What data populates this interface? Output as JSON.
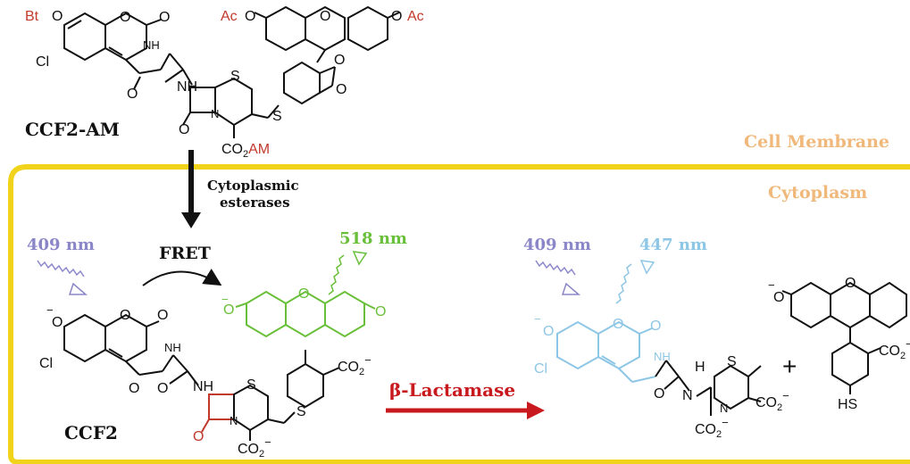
{
  "labels": {
    "ccf2am": "CCF2-AM",
    "ccf2": "CCF2",
    "cell_membrane": "Cell Membrane",
    "cytoplasm": "Cytoplasm",
    "esterase_line1": "Cytoplasmic",
    "esterase_line2": "esterases",
    "fret": "FRET",
    "ex_left": "409 nm",
    "em_green": "518 nm",
    "ex_right": "409 nm",
    "em_blue": "447 nm",
    "beta": "β",
    "lactamase": "-Lactamase",
    "plus": "+"
  },
  "atoms": {
    "bt": "Bt",
    "ac1": "Ac",
    "ac2": "Ac",
    "am_co2": "CO",
    "am_sub": "2",
    "am": "AM",
    "cl": "Cl",
    "o": "O",
    "n": "N",
    "h": "H",
    "s": "S",
    "co2": "CO",
    "sub2": "2",
    "minus": "−",
    "hs": "HS",
    "nh": "NH"
  },
  "colors": {
    "membrane": "#f2d31b",
    "membrane_label": "#f0b87a",
    "cytoplasm_label": "#f0b87a",
    "coumarin_red": "#c0392b",
    "fluorescein_green": "#6abf3a",
    "coumarin_blue": "#8ec6e6",
    "excitation_purple": "#8a86c8",
    "lactamase_red": "#c8191e",
    "ink": "#111111"
  }
}
